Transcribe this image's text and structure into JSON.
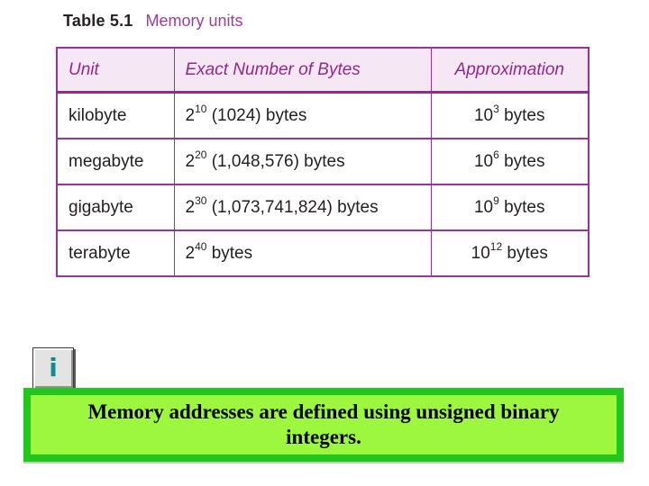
{
  "title": {
    "label": "Table 5.1",
    "subtitle": "Memory units"
  },
  "table": {
    "headers": [
      "Unit",
      "Exact Number of Bytes",
      "Approximation"
    ],
    "rows": [
      {
        "unit": "kilobyte",
        "exact_base": "2",
        "exact_exp": "10",
        "exact_rest": " (1024) bytes",
        "approx_base": "10",
        "approx_exp": "3",
        "approx_rest": " bytes"
      },
      {
        "unit": "megabyte",
        "exact_base": "2",
        "exact_exp": "20",
        "exact_rest": " (1,048,576) bytes",
        "approx_base": "10",
        "approx_exp": "6",
        "approx_rest": " bytes"
      },
      {
        "unit": "gigabyte",
        "exact_base": "2",
        "exact_exp": "30",
        "exact_rest": " (1,073,741,824) bytes",
        "approx_base": "10",
        "approx_exp": "9",
        "approx_rest": " bytes"
      },
      {
        "unit": "terabyte",
        "exact_base": "2",
        "exact_exp": "40",
        "exact_rest": " bytes",
        "approx_base": "10",
        "approx_exp": "12",
        "approx_rest": " bytes"
      }
    ]
  },
  "info_button": {
    "label": "i"
  },
  "callout": {
    "text": "Memory addresses are defined using unsigned binary integers."
  },
  "colors": {
    "table_border": "#993399",
    "header_background": "#f5e7f3",
    "header_text": "#93278f",
    "title_accent": "#a13a9f",
    "body_text": "#231f20",
    "callout_border": "#22c71e",
    "callout_background": "#9cf73e",
    "info_glyph": "#0d8f8f"
  }
}
